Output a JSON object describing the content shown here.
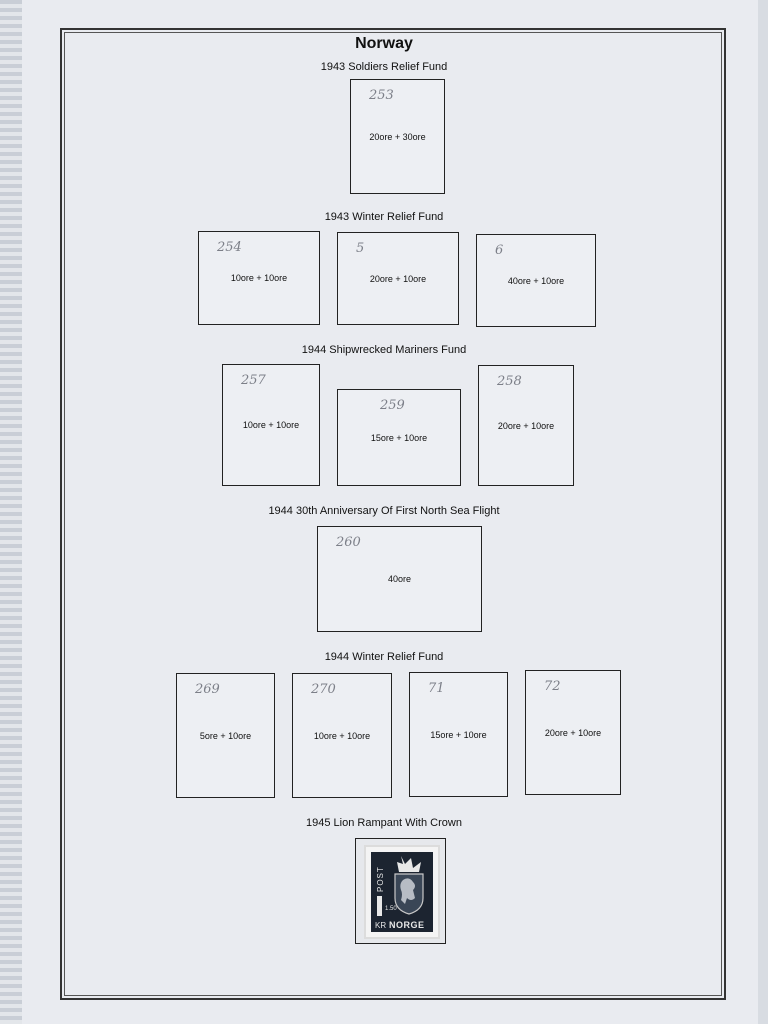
{
  "page": {
    "title": "Norway",
    "sets": [
      {
        "title": "1943 Soldiers Relief Fund",
        "spaces": [
          {
            "denomination": "20ore + 30ore",
            "note": "253"
          }
        ]
      },
      {
        "title": "1943 Winter Relief Fund",
        "spaces": [
          {
            "denomination": "10ore + 10ore",
            "note": "254"
          },
          {
            "denomination": "20ore + 10ore",
            "note": "5"
          },
          {
            "denomination": "40ore + 10ore",
            "note": "6"
          }
        ]
      },
      {
        "title": "1944 Shipwrecked Mariners Fund",
        "spaces": [
          {
            "denomination": "10ore + 10ore",
            "note": "257"
          },
          {
            "denomination": "15ore + 10ore",
            "note": "259"
          },
          {
            "denomination": "20ore + 10ore",
            "note": "258"
          }
        ]
      },
      {
        "title": "1944 30th Anniversary Of First North Sea Flight",
        "spaces": [
          {
            "denomination": "40ore",
            "note": "260"
          }
        ]
      },
      {
        "title": "1944 Winter Relief Fund",
        "spaces": [
          {
            "denomination": "5ore + 10ore",
            "note": "269"
          },
          {
            "denomination": "10ore + 10ore",
            "note": "270"
          },
          {
            "denomination": "15ore + 10ore",
            "note": "71"
          },
          {
            "denomination": "20ore + 10ore",
            "note": "72"
          }
        ]
      },
      {
        "title": "1945 Lion Rampant With Crown",
        "stamp": {
          "side_text": "POST",
          "value_text": "1.50",
          "unit_text": "KR",
          "country_text": "NORGE",
          "icon": "lion-crown-icon"
        }
      }
    ]
  }
}
